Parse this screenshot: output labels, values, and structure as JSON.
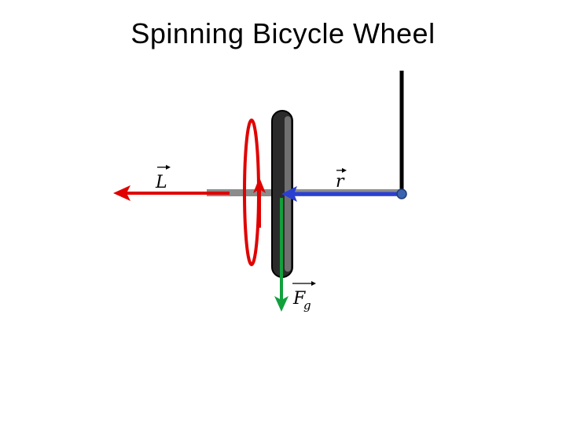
{
  "slide": {
    "title": "Spinning Bicycle Wheel"
  },
  "diagram": {
    "labels": {
      "angular_momentum": "L",
      "position": "r",
      "gravity": "F",
      "gravity_subscript": "g"
    },
    "colors": {
      "angular_momentum": "#e00000",
      "rotation": "#e00000",
      "position": "#2a3fd1",
      "gravity": "#12a03c",
      "axle": "#8c8c8c",
      "wheel": "#2b2b2b",
      "hub": "#707070",
      "pivot_rod": "#000000",
      "pivot_point": "#3b63b0"
    }
  }
}
